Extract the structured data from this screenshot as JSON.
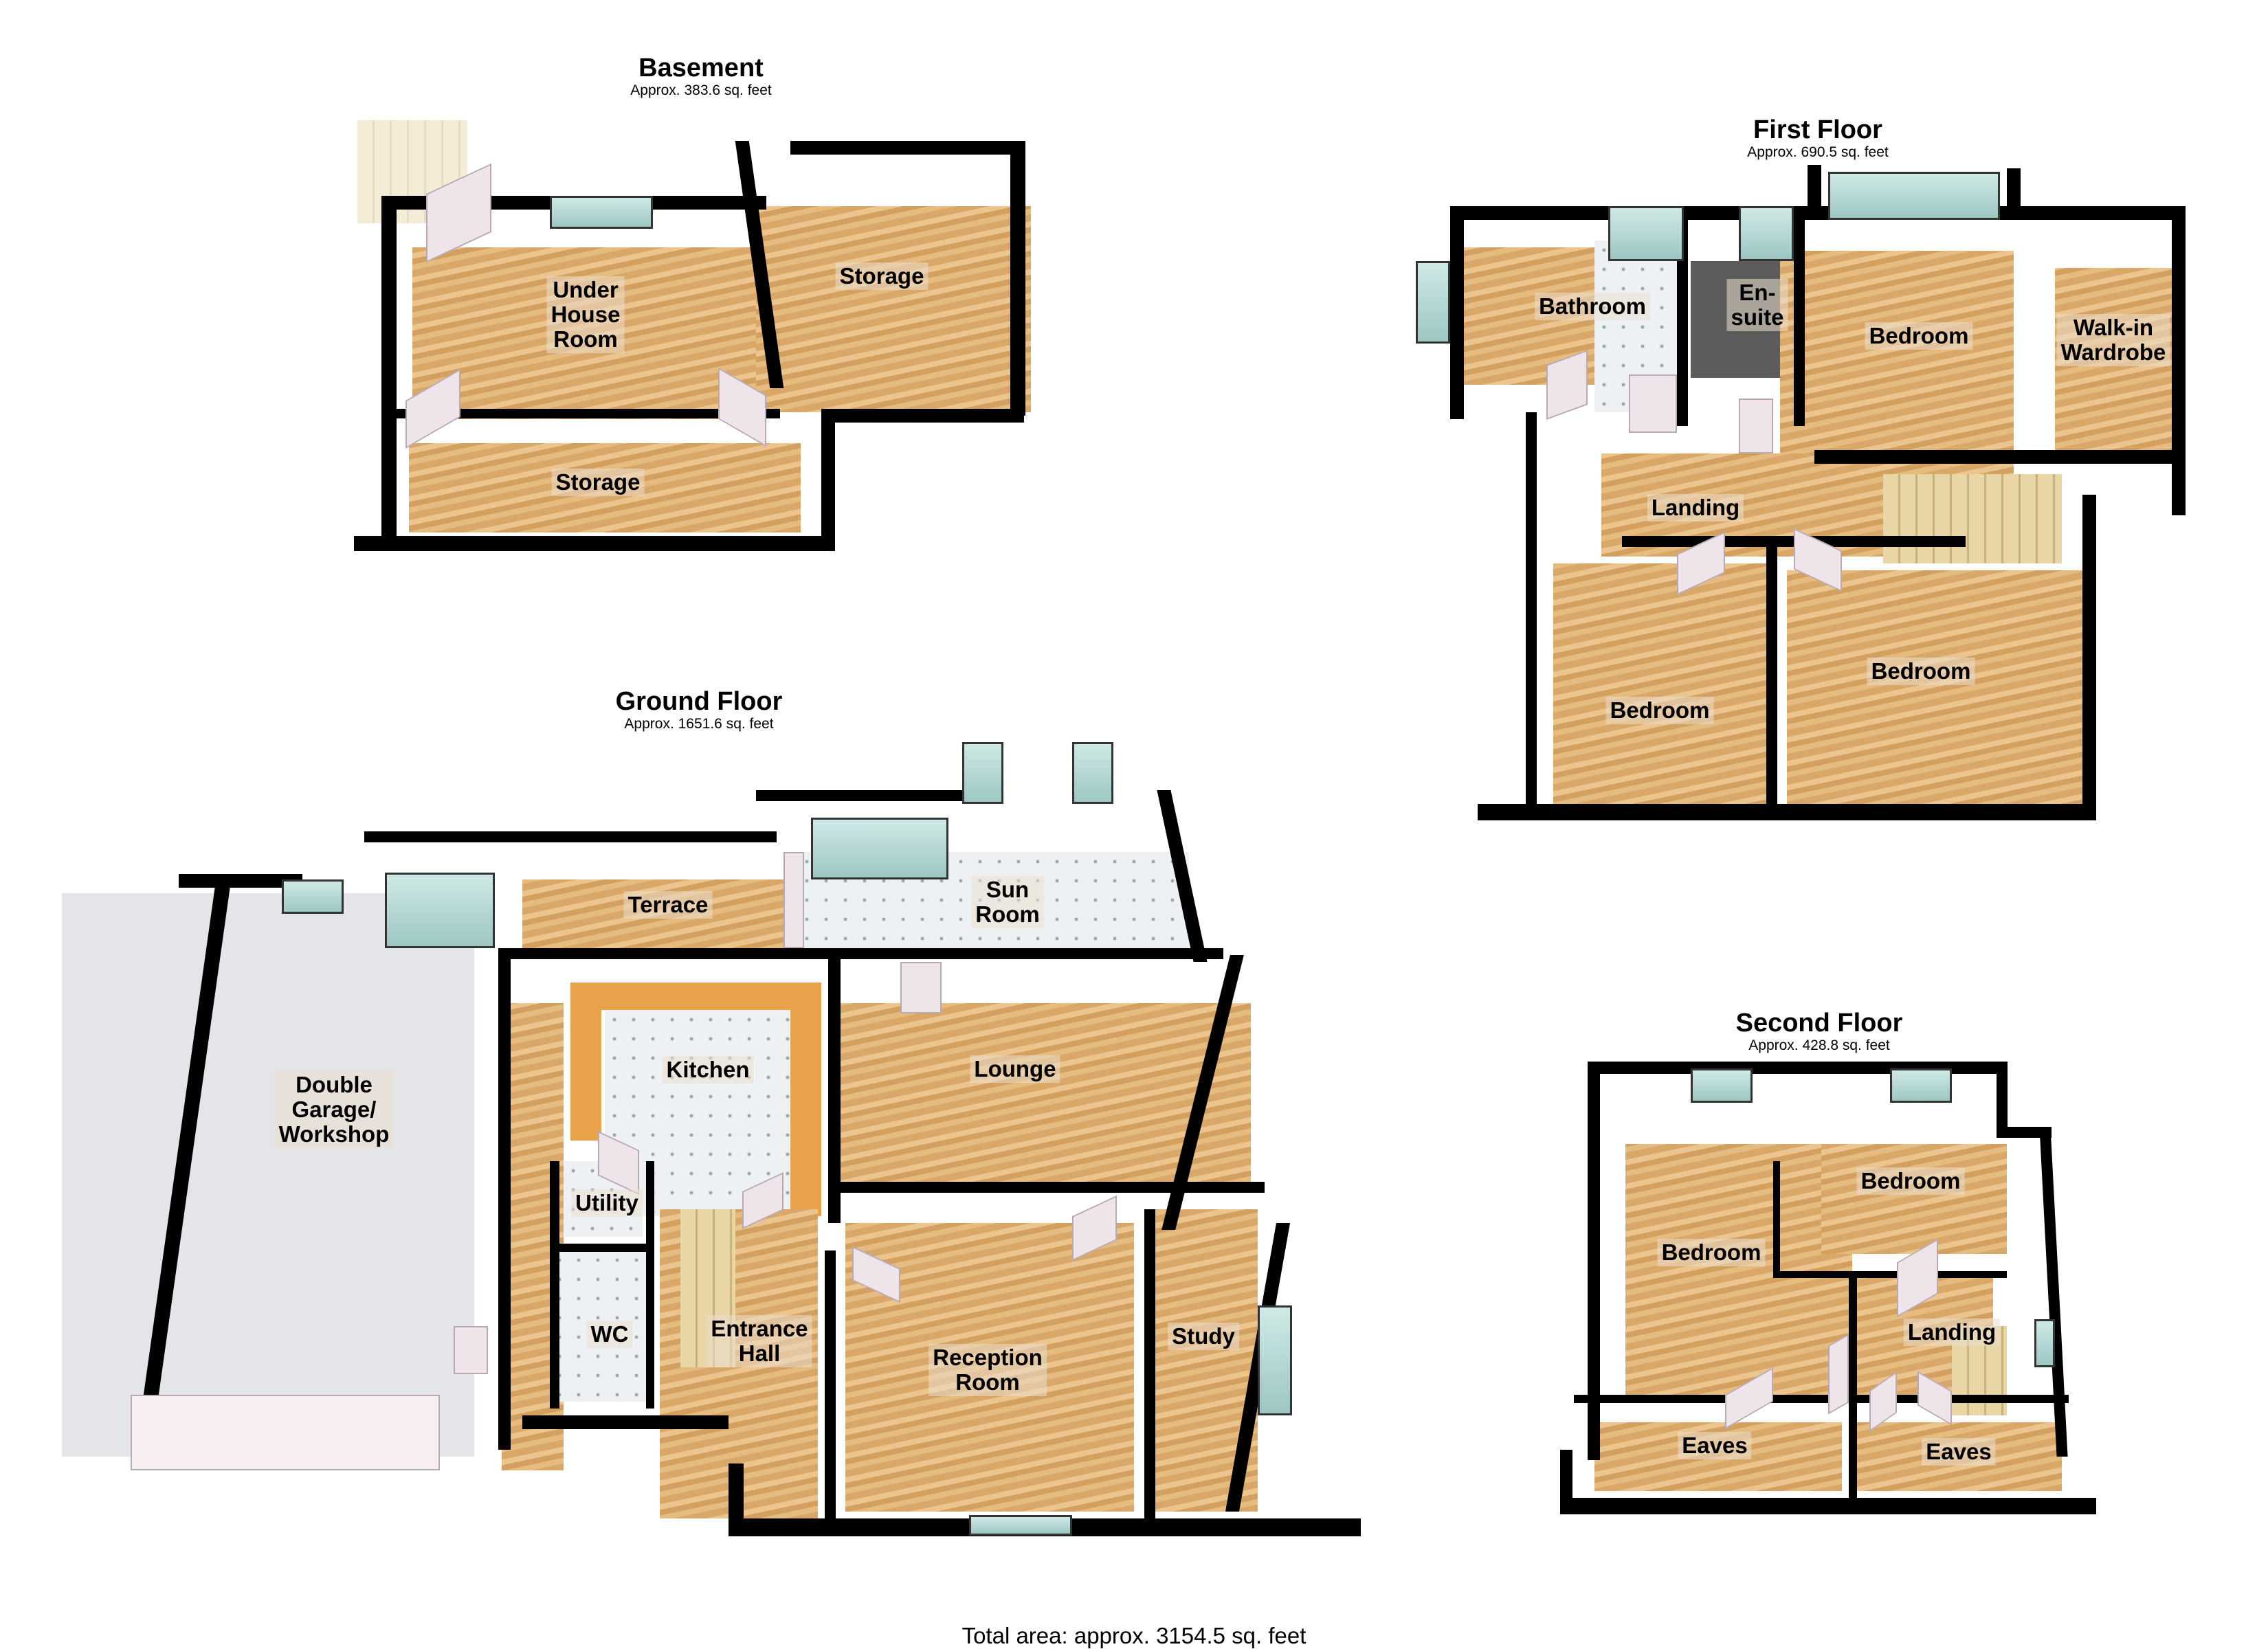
{
  "floors": {
    "basement": {
      "name": "Basement",
      "area": "Approx. 383.6 sq. feet",
      "rooms": [
        "Under\nHouse\nRoom",
        "Storage",
        "Storage"
      ]
    },
    "first": {
      "name": "First Floor",
      "area": "Approx. 690.5 sq. feet",
      "rooms": [
        "Bathroom",
        "En-suite",
        "Bedroom",
        "Walk-in\nWardrobe",
        "Landing",
        "Bedroom",
        "Bedroom"
      ]
    },
    "ground": {
      "name": "Ground Floor",
      "area": "Approx. 1651.6 sq. feet",
      "rooms": [
        "Terrace",
        "Sun\nRoom",
        "Double\nGarage/\nWorkshop",
        "Kitchen",
        "Lounge",
        "Utility",
        "WC",
        "Entrance\nHall",
        "Reception\nRoom",
        "Study"
      ]
    },
    "second": {
      "name": "Second Floor",
      "area": "Approx. 428.8 sq. feet",
      "rooms": [
        "Bedroom",
        "Bedroom",
        "Landing",
        "Eaves",
        "Eaves"
      ]
    }
  },
  "total_area": "Total area: approx. 3154.5 sq. feet",
  "colors": {
    "wall": "#000000",
    "wood_floor": "#d9a868",
    "tile_floor": "#eef1f3",
    "window_glass": "#9dc7c3"
  }
}
